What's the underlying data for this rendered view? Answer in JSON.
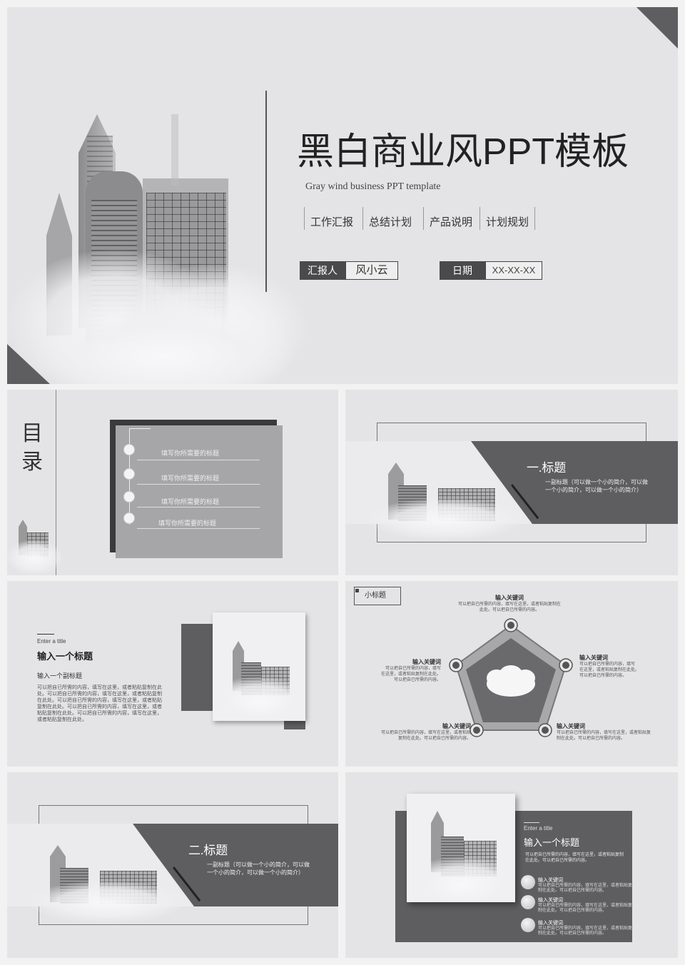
{
  "cover": {
    "title": "黑白商业风PPT模板",
    "subtitle": "Gray wind business PPT template",
    "nav": [
      "工作汇报",
      "总结计划",
      "产品说明",
      "计划规划"
    ],
    "reporter_label": "汇报人",
    "reporter_value": "风小云",
    "date_label": "日期",
    "date_value": "XX-XX-XX"
  },
  "toc": {
    "title_line1": "目",
    "title_line2": "录",
    "items": [
      "填写你所需要的标题",
      "填写你所需要的标题",
      "填写你所需要的标题",
      "填写你所需要的标题"
    ]
  },
  "section1": {
    "title": "一.标题",
    "desc1": "一副标题（可以做一个小的简介，可以做",
    "desc2": "一个小的简介，可以做一个小的简介）"
  },
  "slide_a": {
    "enter": "Enter a title",
    "title": "输入一个标题",
    "subtitle": "输入一个副标题",
    "body": "可以把自已所需的内容，填写在这里，或者粘贴复制在此处。可以把自已所需的内容，填写在这里，或者粘贴复制在此处。可以把自已所需的内容，填写在这里，或者粘贴复制在此处。可以把自已所需的内容，填写在这里，或者粘贴复制在此处。可以把自已所需的内容，填写在这里，或者粘贴复制在此处。"
  },
  "slide_b": {
    "tag": "小标题",
    "keywords": [
      {
        "title": "输入关键词",
        "l1": "可以把自已所需的内容，填写在这里，或者粘贴复制在",
        "l2": "此处。可以把自已所需的内容。"
      },
      {
        "title": "输入关键词",
        "l1": "可以把自已所需的内容，填写",
        "l2": "在这里，或者粘贴复制在此处。",
        "l3": "可以把自已所需的内容。"
      },
      {
        "title": "输入关键词",
        "l1": "可以把自已所需的内容，填写",
        "l2": "在这里，或者粘贴复制在此处。",
        "l3": "可以把自已所需的内容。"
      },
      {
        "title": "输入关键词",
        "l1": "可以把自已所需的内容，填写在这里，或者粘贴",
        "l2": "复制在此处。可以把自已所需的内容。"
      },
      {
        "title": "输入关键词",
        "l1": "可以把自已所需的内容，填写在这里，或者粘贴复",
        "l2": "制在此处。可以把自已所需的内容。"
      }
    ]
  },
  "section2": {
    "title": "二.标题",
    "desc1": "一副标题（可以做一个小的简介，可以做",
    "desc2": "一个小的简介，可以做一个小的简介）"
  },
  "slide_c": {
    "enter": "Enter a title",
    "title": "输入一个标题",
    "body1": "可以把自已所需的内容，填写在这里，或者粘贴复制",
    "body2": "在此处。可以把自已所需的内容。",
    "items": [
      {
        "title": "输入关键词",
        "l1": "可以把自已所需的内容，填写在这里，或者粘贴复",
        "l2": "制在此处。可以把自已所需的内容。"
      },
      {
        "title": "输入关键词",
        "l1": "可以把自已所需的内容，填写在这里，或者粘贴复",
        "l2": "制在此处。可以把自已所需的内容。"
      },
      {
        "title": "输入关键词",
        "l1": "可以把自已所需的内容，填写在这里，或者粘贴复",
        "l2": "制在此处。可以把自已所需的内容。"
      }
    ]
  },
  "colors": {
    "bg": "#e4e4e6",
    "dark": "#5e5e60",
    "mid": "#a4a4a6",
    "line": "#666666"
  },
  "icons": [
    "cloud-icon",
    "circle-node-icon"
  ]
}
